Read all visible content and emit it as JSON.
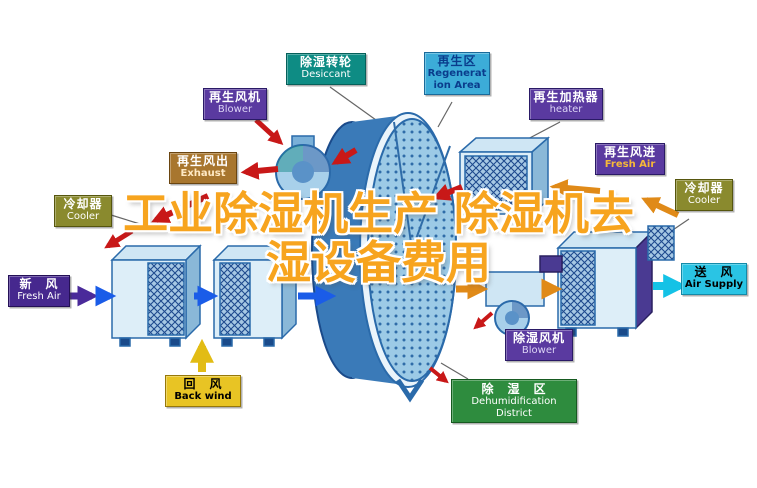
{
  "watermark": {
    "line1": "工业除湿机生产 除湿机去",
    "line2": "湿设备费用"
  },
  "labels": {
    "regen_blower": {
      "zh": "再生风机",
      "en": "Blower"
    },
    "desiccant": {
      "zh": "除湿转轮",
      "en": "Desiccant"
    },
    "regen_area": {
      "zh": "再生区",
      "en": "Regeneration Area"
    },
    "regen_heater": {
      "zh": "再生加热器",
      "en": "heater"
    },
    "regen_out": {
      "zh": "再生风出",
      "en": "Exhaust"
    },
    "regen_in": {
      "zh": "再生风进",
      "en": "Fresh Air"
    },
    "cooler_left": {
      "zh": "冷却器",
      "en": "Cooler"
    },
    "cooler_right": {
      "zh": "冷却器",
      "en": "Cooler"
    },
    "fresh_air": {
      "zh": "新　风",
      "en": "Fresh Air"
    },
    "air_supply": {
      "zh": "送　风",
      "en": "Air Supply"
    },
    "back_wind": {
      "zh": "回　风",
      "en": "Back wind"
    },
    "dehumid_blower": {
      "zh": "除湿风机",
      "en": "Blower"
    },
    "dehumid_district": {
      "zh": "除　湿　区",
      "en1": "Dehumidification",
      "en2": "District"
    }
  },
  "colors": {
    "watermark_orange": "#f7a41e",
    "arrow_red": "#c81818",
    "arrow_blue": "#1a5ce8",
    "arrow_orange": "#e08a18",
    "arrow_yellow": "#e2bc14",
    "arrow_cyan": "#14c2e6",
    "arrow_purple": "#4a2a9a",
    "rotor_face_blue": "#9ccae6",
    "box_face_blue": "#ddeef8",
    "label_purple": "#5a3aa0",
    "label_teal": "#0e8c84",
    "label_green": "#2e8c3e",
    "label_yellow": "#e8c424",
    "label_cyan": "#2ac4e4",
    "label_olive": "#8a8a2e"
  }
}
